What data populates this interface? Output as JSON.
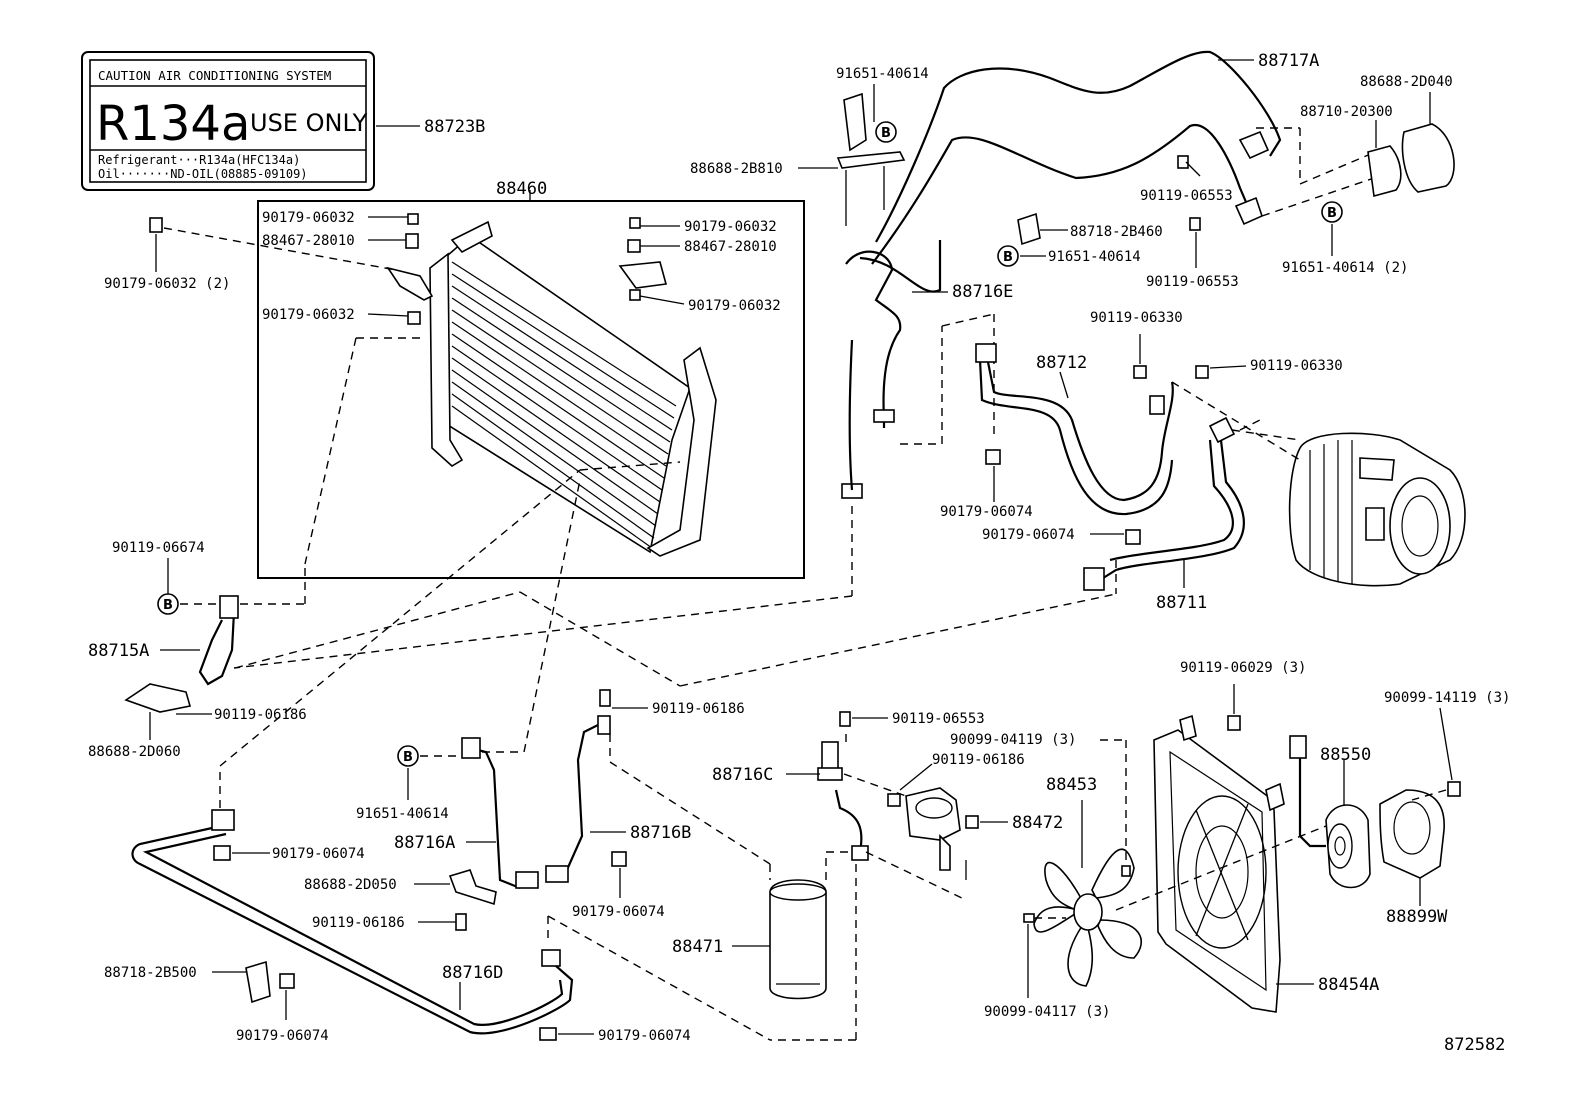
{
  "caution": {
    "title": "CAUTION  AIR CONDITIONING SYSTEM",
    "main": "R134a",
    "use_only": "USE ONLY",
    "refrigerant": "Refrigerant···R134a(HFC134a)",
    "oil": "Oil·······ND-OIL(08885-09109)"
  },
  "labels": {
    "p88723B": "88723B",
    "p88460": "88460",
    "p90179_06032_a": "90179-06032",
    "p88467_28010_a": "88467-28010",
    "p90179_06032_b": "90179-06032",
    "p90179_06032_c": "90179-06032",
    "p88467_28010_b": "88467-28010",
    "p90179_06032_d": "90179-06032",
    "p90179_06032_2": "90179-06032 (2)",
    "p90119_06674": "90119-06674",
    "p88715A": "88715A",
    "p90119_06186_a": "90119-06186",
    "p88688_2D060": "88688-2D060",
    "p91651_40614_a": "91651-40614",
    "p88688_2B810": "88688-2B810",
    "p88717A": "88717A",
    "p88688_2D040": "88688-2D040",
    "p88710_20300": "88710-20300",
    "p90119_06553_a": "90119-06553",
    "p88718_2B460": "88718-2B460",
    "p91651_40614_b": "91651-40614",
    "p90119_06553_b": "90119-06553",
    "p91651_40614_2": "91651-40614 (2)",
    "p88716E": "88716E",
    "p90119_06330_a": "90119-06330",
    "p88712": "88712",
    "p90119_06330_b": "90119-06330",
    "p90179_06074_a": "90179-06074",
    "p90179_06074_b": "90179-06074",
    "p88711": "88711",
    "p91651_40614_c": "91651-40614",
    "p90119_06186_b": "90119-06186",
    "p88716A": "88716A",
    "p88716B": "88716B",
    "p90179_06074_c": "90179-06074",
    "p88688_2D050": "88688-2D050",
    "p90119_06186_c": "90119-06186",
    "p90179_06074_d": "90179-06074",
    "p88718_2B500": "88718-2B500",
    "p88716D": "88716D",
    "p90179_06074_e": "90179-06074",
    "p90179_06074_f": "90179-06074",
    "p90119_06553_c": "90119-06553",
    "p88716C": "88716C",
    "p90119_06186_d": "90119-06186",
    "p88471": "88471",
    "p88472": "88472",
    "p90099_04119": "90099-04119 (3)",
    "p90119_06029": "90119-06029 (3)",
    "p90099_14119": "90099-14119 (3)",
    "p88453": "88453",
    "p88550": "88550",
    "p88899W": "88899W",
    "p88454A": "88454A",
    "p90099_04117": "90099-04117 (3)",
    "p872582": "872582",
    "marker_b": "B"
  }
}
